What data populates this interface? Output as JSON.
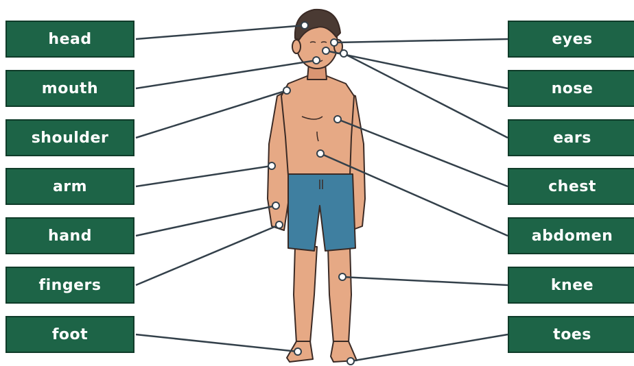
{
  "left_labels": [
    "head",
    "mouth",
    "shoulder",
    "arm",
    "hand",
    "fingers",
    "foot"
  ],
  "right_labels": [
    "eyes",
    "nose",
    "ears",
    "chest",
    "abdomen",
    "knee",
    "toes"
  ],
  "colors": {
    "label_fill": "#1d6447",
    "label_text": "#ffffff",
    "connector": "#33404a",
    "skin": "#e6a985",
    "skin_shadow": "#c98563",
    "hair": "#4a3a33",
    "shorts": "#3f7fa0",
    "outline": "#3a2a25"
  }
}
